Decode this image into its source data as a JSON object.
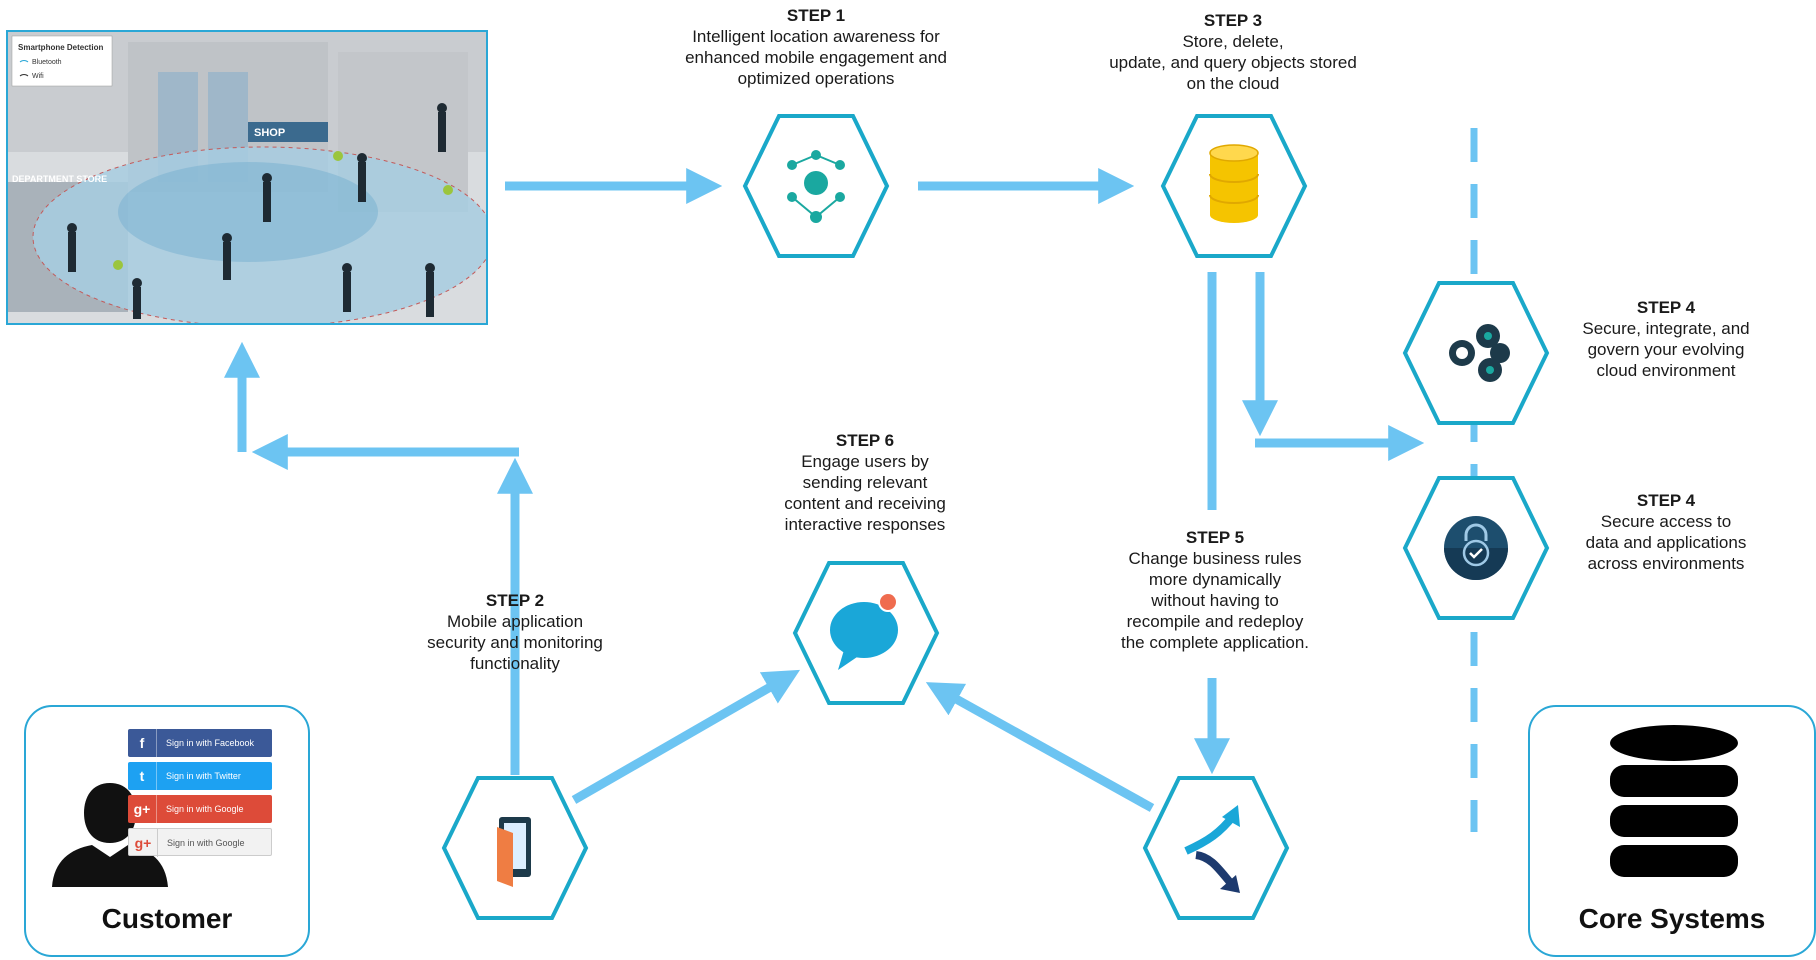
{
  "colors": {
    "arrow": "#6cc4f2",
    "hex_border": "#1aa8c9",
    "card_border": "#2aa7d6",
    "db_yellow": "#f5c400",
    "chat_blue": "#1aa7d8",
    "dash": "#6cc4f2"
  },
  "scene": {
    "legend_title": "Smartphone Detection",
    "legend_bluetooth": "Bluetooth",
    "legend_wifi": "Wifi",
    "sign_shop": "SHOP",
    "sign_store": "DEPARTMENT STORE"
  },
  "steps": {
    "step1": {
      "title": "STEP 1",
      "desc": "Intelligent location awareness for\nenhanced mobile engagement and\noptimized operations",
      "icon": "network-node-icon"
    },
    "step2": {
      "title": "STEP 2",
      "desc": "Mobile application\nsecurity and monitoring\nfunctionality",
      "icon": "mobile-door-icon"
    },
    "step3": {
      "title": "STEP 3",
      "desc": "Store, delete,\nupdate, and query objects stored\non the cloud",
      "icon": "database-stack-icon"
    },
    "step4a": {
      "title": "STEP 4",
      "desc": "Secure, integrate, and\ngovern your evolving\ncloud environment",
      "icon": "connected-circles-icon"
    },
    "step4b": {
      "title": "STEP 4",
      "desc": "Secure access to\ndata and applications\nacross environments",
      "icon": "lock-check-icon"
    },
    "step5": {
      "title": "STEP 5",
      "desc": "Change business rules\nmore dynamically\nwithout having to\nrecompile and redeploy\nthe complete application.",
      "icon": "split-arrows-icon"
    },
    "step6": {
      "title": "STEP 6",
      "desc": "Engage users by\nsending relevant\ncontent and receiving\ninteractive responses",
      "icon": "chat-bubble-icon"
    }
  },
  "customer": {
    "label": "Customer",
    "buttons": [
      {
        "icon": "f",
        "text": "Sign in with Facebook",
        "color": "#3b5998"
      },
      {
        "icon": "t",
        "text": "Sign in with Twitter",
        "color": "#1da1f2"
      },
      {
        "icon": "g+",
        "text": "Sign in with Google",
        "color": "#dd4b39"
      },
      {
        "icon": "g+",
        "text": "Sign in with Google",
        "color": "#e8e8e8"
      }
    ]
  },
  "core": {
    "label": "Core Systems"
  }
}
